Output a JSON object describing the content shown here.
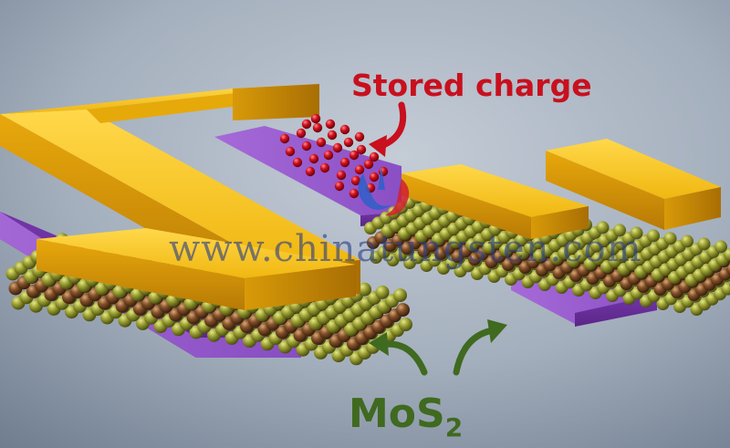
{
  "labels": {
    "stored_charge": "Stored charge",
    "mos2_main": "MoS",
    "mos2_sub": "2"
  },
  "watermark": {
    "text": "www.chinatungsten.com"
  },
  "colors": {
    "background": "#9aa6b6",
    "gold": "#f2c21a",
    "purple": "#8a4fc4",
    "charge_red": "#c8101e",
    "label_red": "#c8101e",
    "label_green": "#3f6a1f",
    "sulfur_green": "#8a8f2a",
    "molybdenum_brown": "#7a4a22"
  },
  "icons": {
    "arrow_charge": "curved-arrow-icon",
    "arrow_mos_left": "curved-arrow-icon",
    "arrow_mos_right": "curved-arrow-icon",
    "logo": "chinatungsten-logo-icon"
  }
}
